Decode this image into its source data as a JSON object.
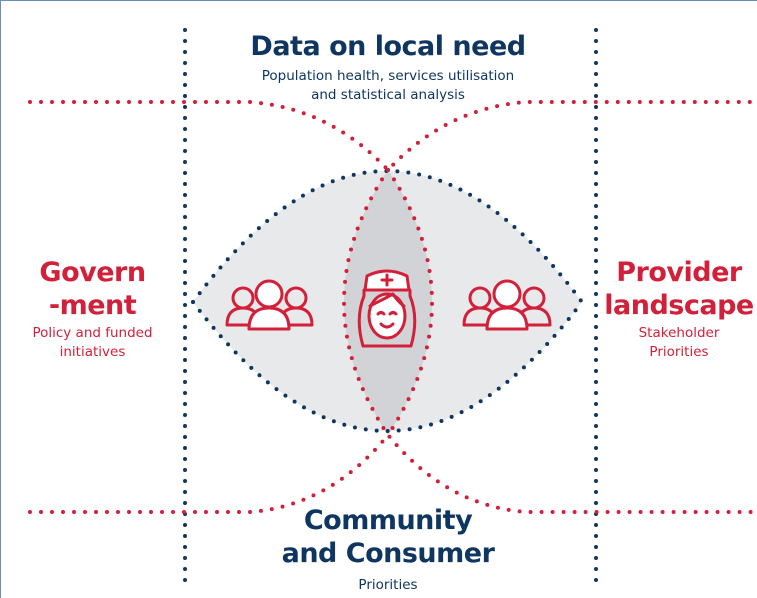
{
  "colors": {
    "navy": "#0f3660",
    "red": "#d3203a",
    "fill_light": "#e8e9eb",
    "fill_dark": "#d1d3d6"
  },
  "top": {
    "title": "Data on local need",
    "subtitle_line1": "Population health, services utilisation",
    "subtitle_line2": "and statistical analysis"
  },
  "left": {
    "title_line1": "Govern",
    "title_line2": "-ment",
    "subtitle_line1": "Policy and funded",
    "subtitle_line2": "initiatives"
  },
  "right": {
    "title_line1": "Provider",
    "title_line2": "landscape",
    "subtitle_line1": "Stakeholder",
    "subtitle_line2": "Priorities"
  },
  "bottom": {
    "title_line1": "Community",
    "title_line2": "and Consumer",
    "subtitle": "Priorities"
  },
  "icons": {
    "left": "people-group-icon",
    "center": "nurse-icon",
    "right": "people-group-icon"
  }
}
